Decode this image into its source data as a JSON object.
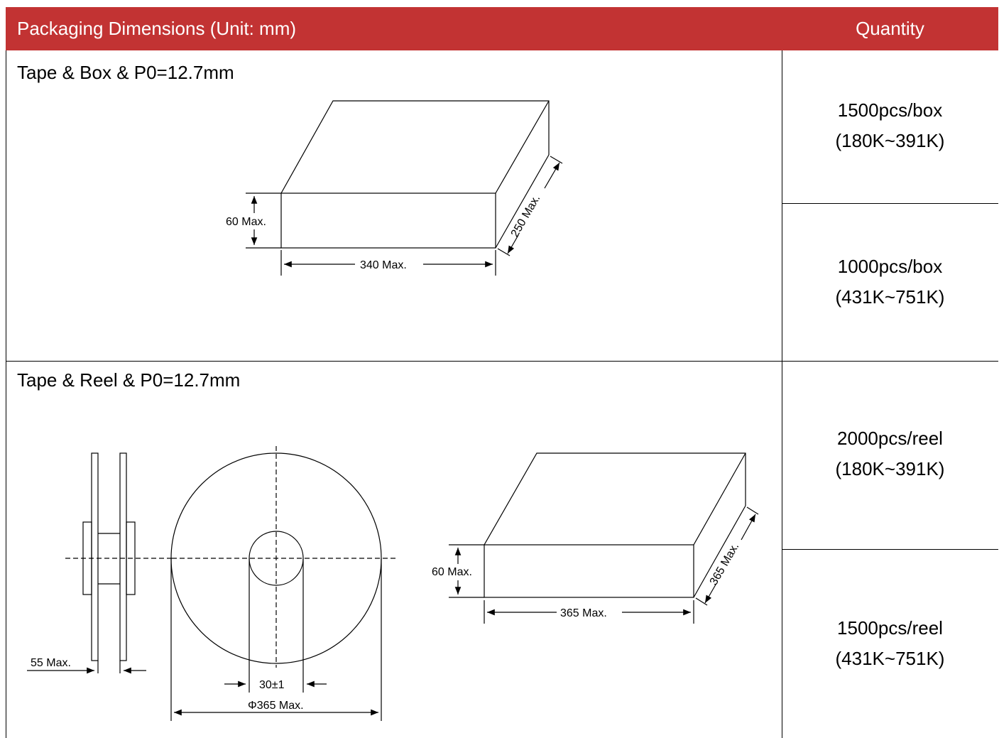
{
  "header": {
    "dimensions_label": "Packaging Dimensions (Unit: mm)",
    "quantity_label": "Quantity"
  },
  "rows": [
    {
      "label": "Tape & Box & P0=12.7mm",
      "drawing": {
        "height_label": "60 Max.",
        "width_label": "340 Max.",
        "depth_label": "250 Max."
      },
      "quantities": [
        {
          "amount": "1500pcs/box",
          "range": "(180K~391K)"
        },
        {
          "amount": "1000pcs/box",
          "range": "(431K~751K)"
        }
      ]
    },
    {
      "label": "Tape & Reel & P0=12.7mm",
      "drawing": {
        "reel_width_label": "55 Max.",
        "hub_label": "30±1",
        "diameter_label": "Φ365 Max.",
        "box_height_label": "60 Max.",
        "box_width_label": "365 Max.",
        "box_depth_label": "365 Max."
      },
      "quantities": [
        {
          "amount": "2000pcs/reel",
          "range": "(180K~391K)"
        },
        {
          "amount": "1500pcs/reel",
          "range": "(431K~751K)"
        }
      ]
    }
  ]
}
